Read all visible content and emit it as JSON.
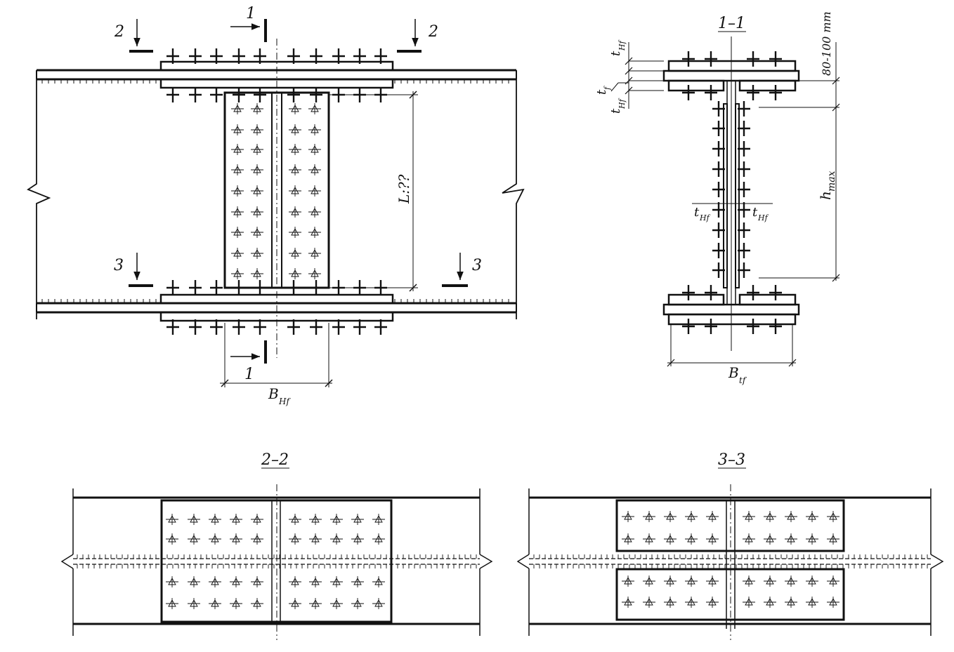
{
  "section_labels": {
    "s1": "1",
    "s2": "2",
    "s3": "3",
    "view_1_1": "1–1",
    "view_2_2": "2–2",
    "view_3_3": "3–3"
  },
  "dimension_labels": {
    "length": "L:??",
    "width_plate": "B",
    "width_plate_sub": "Hf",
    "height_max": "h",
    "height_max_sub": "max",
    "bolt_edge": "80-100 mm",
    "flange_width": "B",
    "flange_width_sub": "tf",
    "t_plate": "t",
    "t_plate_sub": "Hf",
    "t_flange": "t",
    "t_flange_sub": "f"
  }
}
